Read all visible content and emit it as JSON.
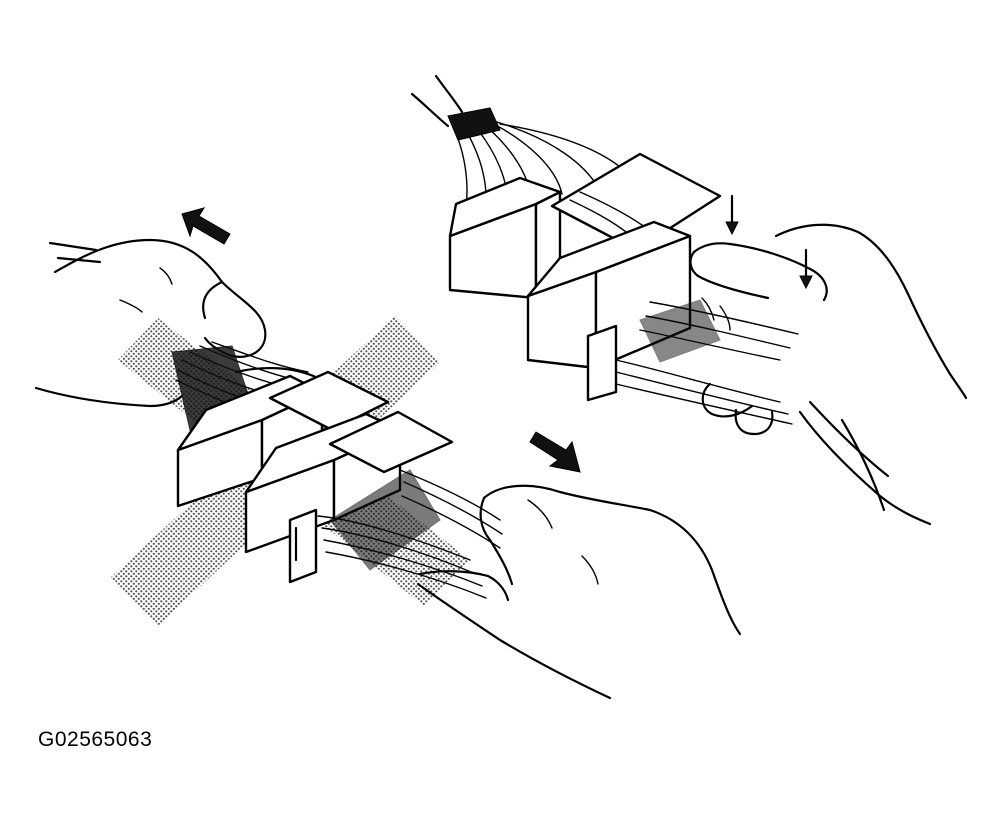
{
  "figure": {
    "code": "G02565063"
  },
  "colors": {
    "ink": "#000000",
    "background": "#ffffff",
    "halftone": "#9a9a9a"
  },
  "views": [
    {
      "id": "left",
      "action": "pull-apart",
      "highlight": "x-mark"
    },
    {
      "id": "right",
      "action": "press-lock-tab"
    }
  ]
}
